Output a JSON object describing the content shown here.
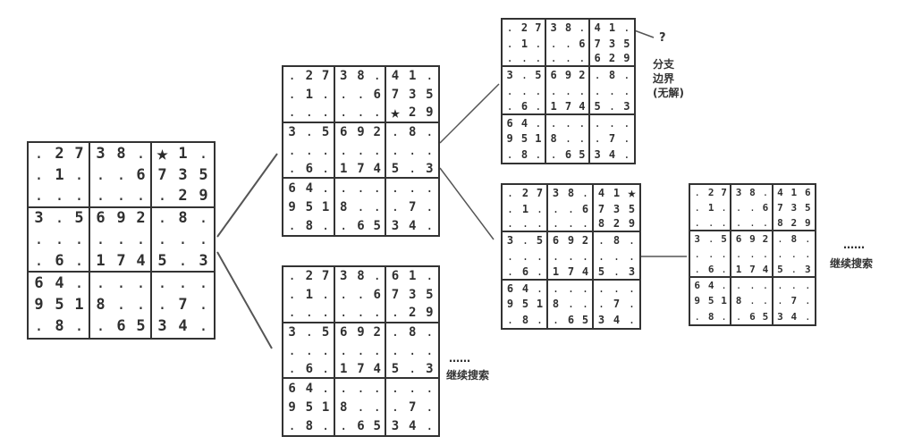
{
  "boards": [
    {
      "id": "root",
      "rows": [
        ". 2 7 3 8 . * 1 .",
        ". 1 . . . 6 7 3 5",
        ". . . . . . . 2 9",
        "3 . 5 6 9 2 . 8 .",
        ". . . . . . . . .",
        ". 6 . 1 7 4 5 . 3",
        "6 4 . . . . . . .",
        "9 5 1 8 . . . 7 .",
        ". 8 . . 6 5 3 4 ."
      ]
    },
    {
      "id": "level1-top",
      "rows": [
        ". 2 7 3 8 . 4 1 .",
        ". 1 . . . 6 7 3 5",
        ". . . . . . * 2 9",
        "3 . 5 6 9 2 . 8 .",
        ". . . . . . . . .",
        ". 6 . 1 7 4 5 . 3",
        "6 4 . . . . . . .",
        "9 5 1 8 . . . 7 .",
        ". 8 . . 6 5 3 4 ."
      ]
    },
    {
      "id": "level1-bottom",
      "rows": [
        ". 2 7 3 8 . 6 1 .",
        ". 1 . . . 6 7 3 5",
        ". . . . . . . 2 9",
        "3 . 5 6 9 2 . 8 .",
        ". . . . . . . . .",
        ". 6 . 1 7 4 5 . 3",
        "6 4 . . . . . . .",
        "9 5 1 8 . . . 7 .",
        ". 8 . . 6 5 3 4 ."
      ]
    },
    {
      "id": "level2-top",
      "rows": [
        ". 2 7 3 8 . 4 1 .",
        ". 1 . . . 6 7 3 5",
        ". . . . . . 6 2 9",
        "3 . 5 6 9 2 . 8 .",
        ". . . . . . . . .",
        ". 6 . 1 7 4 5 . 3",
        "6 4 . . . . . . .",
        "9 5 1 8 . . . 7 .",
        ". 8 . . 6 5 3 4 ."
      ]
    },
    {
      "id": "level2-middle",
      "rows": [
        ". 2 7 3 8 . 4 1 *",
        ". 1 . . . 6 7 3 5",
        ". . . . . . 8 2 9",
        "3 . 5 6 9 2 . 8 .",
        ". . . . . . . . .",
        ". 6 . 1 7 4 5 . 3",
        "6 4 . . . . . . .",
        "9 5 1 8 . . . 7 .",
        ". 8 . . 6 5 3 4 ."
      ]
    },
    {
      "id": "level3",
      "rows": [
        ". 2 7 3 8 . 4 1 6",
        ". 1 . . . 6 7 3 5",
        ". . . . . . 8 2 9",
        "3 . 5 6 9 2 . 8 .",
        ". . . . . . . . .",
        ". 6 . 1 7 4 5 . 3",
        "6 4 . . . . . . .",
        "9 5 1 8 . . . 7 .",
        ". 8 . . 6 5 3 4 ."
      ]
    }
  ],
  "star_glyph": "★",
  "labels": {
    "question": "?",
    "branch_line1": "分支",
    "branch_line2": "边界",
    "branch_line3": "(无解)",
    "ellipsis_bottom": "……",
    "continue_bottom": "继续搜索",
    "ellipsis_right": "……",
    "continue_right": "继续搜索"
  },
  "colors": {
    "ink": "#333333",
    "line": "#555555",
    "background": "#ffffff"
  }
}
